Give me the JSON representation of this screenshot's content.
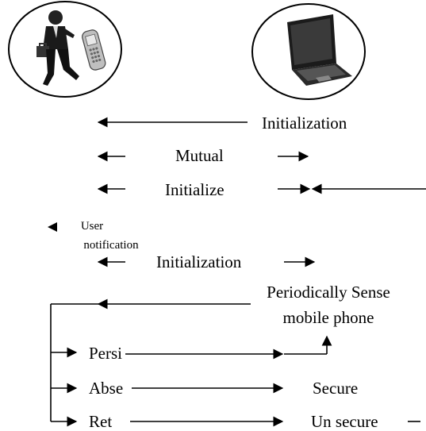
{
  "labels": {
    "initialization_top": "Initialization",
    "mutual": "Mutual",
    "initialize": "Initialize",
    "user_notification_1": "User",
    "user_notification_2": "notification",
    "initialization_mid": "Initialization",
    "periodic_1": "Periodically Sense",
    "periodic_2": "mobile phone",
    "persi": "Persi",
    "abse": "Abse",
    "ret": "Ret",
    "secure": "Secure",
    "unsecure": "Un secure"
  },
  "colors": {
    "ink": "#000000",
    "background": "#ffffff"
  },
  "icons": {
    "left": "businessman-with-phone-icon",
    "right": "laptop-icon"
  }
}
